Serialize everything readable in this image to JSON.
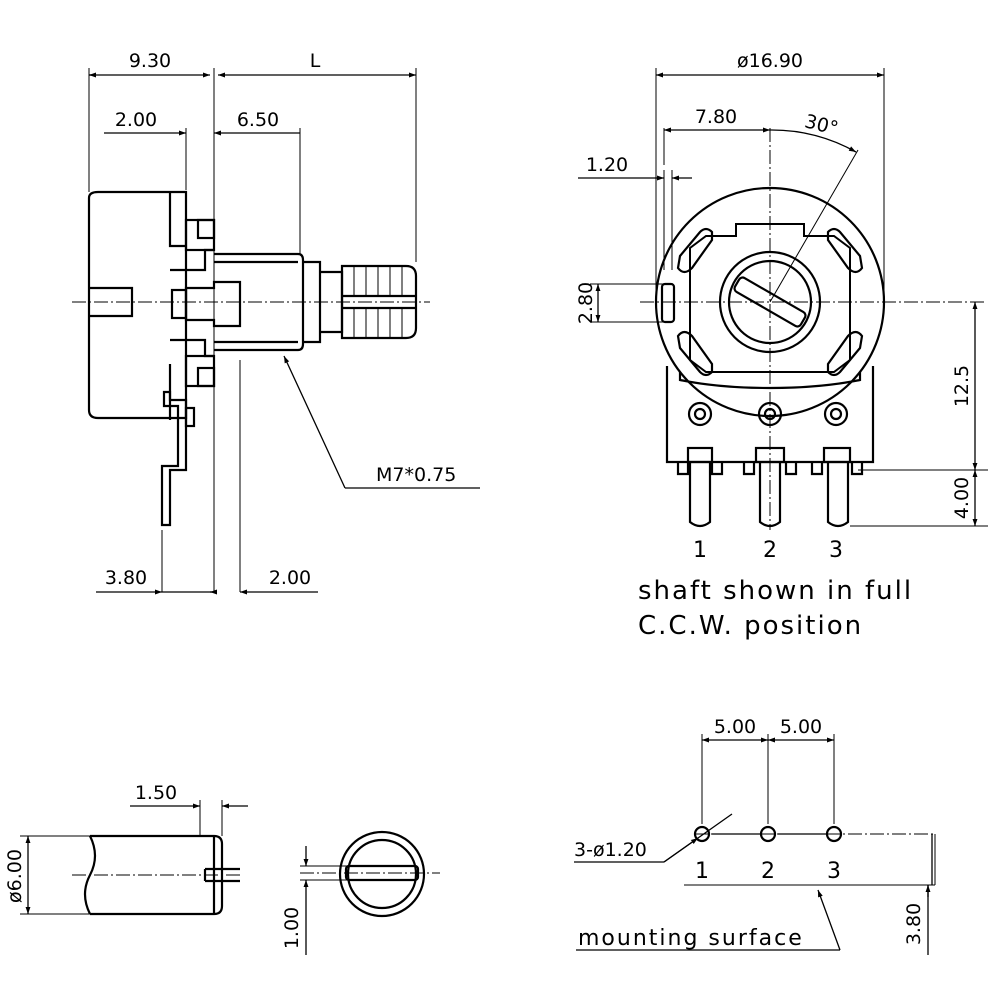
{
  "side_view": {
    "dim_9_30": "9.30",
    "dim_L": "L",
    "dim_2_00_top": "2.00",
    "dim_6_50": "6.50",
    "thread_label": "M7*0.75",
    "dim_3_80": "3.80",
    "dim_2_00_bottom": "2.00"
  },
  "front_view": {
    "dim_diameter": "ø16.90",
    "dim_7_80": "7.80",
    "angle_label": "30°",
    "dim_1_20": "1.20",
    "dim_2_80": "2.80",
    "dim_12_5": "12.5",
    "dim_4_00": "4.00",
    "pin_labels": [
      "1",
      "2",
      "3"
    ],
    "note_line1": "shaft shown in full",
    "note_line2": "C.C.W. position"
  },
  "shaft_detail": {
    "dim_1_50": "1.50",
    "dim_diameter": "ø6.00",
    "dim_1_00": "1.00"
  },
  "footprint": {
    "dim_pitch_a": "5.00",
    "dim_pitch_b": "5.00",
    "hole_label": "3-ø1.20",
    "pin_labels": [
      "1",
      "2",
      "3"
    ],
    "mounting_label": "mounting surface",
    "dim_3_80": "3.80"
  }
}
